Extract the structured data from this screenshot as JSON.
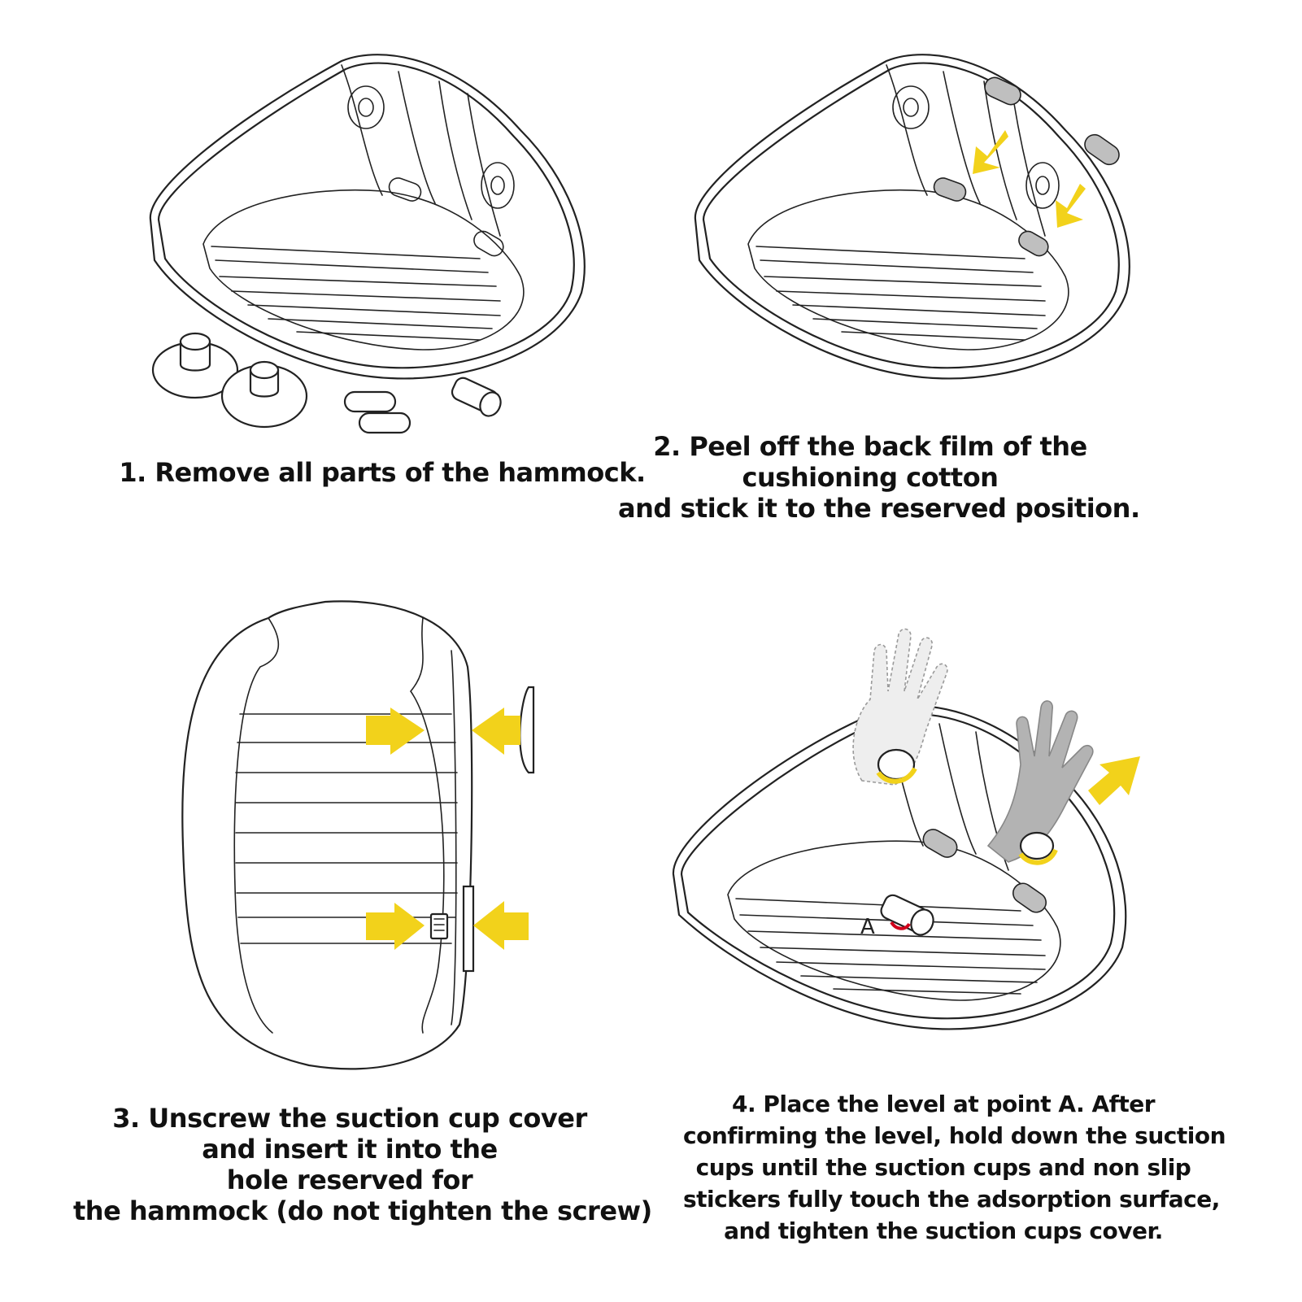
{
  "steps": [
    {
      "lines": [
        "1. Remove all parts of the hammock."
      ]
    },
    {
      "lines": [
        "2. Peel off the back film of the",
        "cushioning cotton",
        "and stick it to the reserved position."
      ]
    },
    {
      "lines": [
        "3. Unscrew the suction cup cover",
        "and insert it into the",
        "hole reserved for",
        "the hammock (do not tighten the screw)"
      ]
    },
    {
      "lines": [
        "4. Place the level at point A. After",
        "confirming the level, hold down the suction",
        "cups until the suction cups and non slip",
        "stickers fully touch the adsorption surface,",
        "and tighten the suction cups cover."
      ]
    }
  ],
  "point_label": "A",
  "colors": {
    "arrow": "#f2d21b",
    "ink": "#222222",
    "sticker": "#bfbfbf",
    "hand": "#b3b3b3",
    "marker": "#d0021b"
  },
  "icons": [
    "hammock-basket",
    "suction-cup-icon",
    "sticker-pad-icon",
    "level-tool-icon",
    "push-arrow-icon",
    "hand-icon"
  ]
}
